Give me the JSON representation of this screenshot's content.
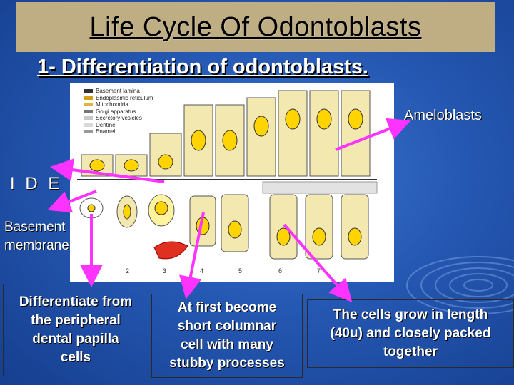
{
  "title": "Life Cycle Of Odontoblasts",
  "subtitle": "1- Differentiation of odontoblasts.",
  "legend": [
    {
      "label": "Basement lamina",
      "color": "#333333"
    },
    {
      "label": "Endoplasmic reticulum",
      "color": "#d4a017"
    },
    {
      "label": "Mitochondria",
      "color": "#e0b43c"
    },
    {
      "label": "Golgi apparatus",
      "color": "#777777"
    },
    {
      "label": "Secretory vesicles",
      "color": "#c8c8c8"
    },
    {
      "label": "Dentine",
      "color": "#d9d9d9"
    },
    {
      "label": "Enamel",
      "color": "#999999"
    }
  ],
  "stage_numbers": [
    "2",
    "3",
    "4",
    "5",
    "6",
    "7"
  ],
  "labels": {
    "ameloblasts": "Ameloblasts",
    "ide": "I D E",
    "basement_line1": "Basement",
    "basement_line2": "membrane"
  },
  "boxes": {
    "differentiate": [
      "Differentiate from",
      "the peripheral",
      "dental papilla",
      "cells"
    ],
    "short_columnar": [
      "At first become",
      "short columnar",
      "cell with many",
      "stubby processes"
    ],
    "grow_length": [
      "The cells grow in length",
      "(40u) and closely packed",
      "together"
    ]
  },
  "colors": {
    "background": "#2558b3",
    "title_box": "#bfae83",
    "arrow": "#ff33ff"
  }
}
